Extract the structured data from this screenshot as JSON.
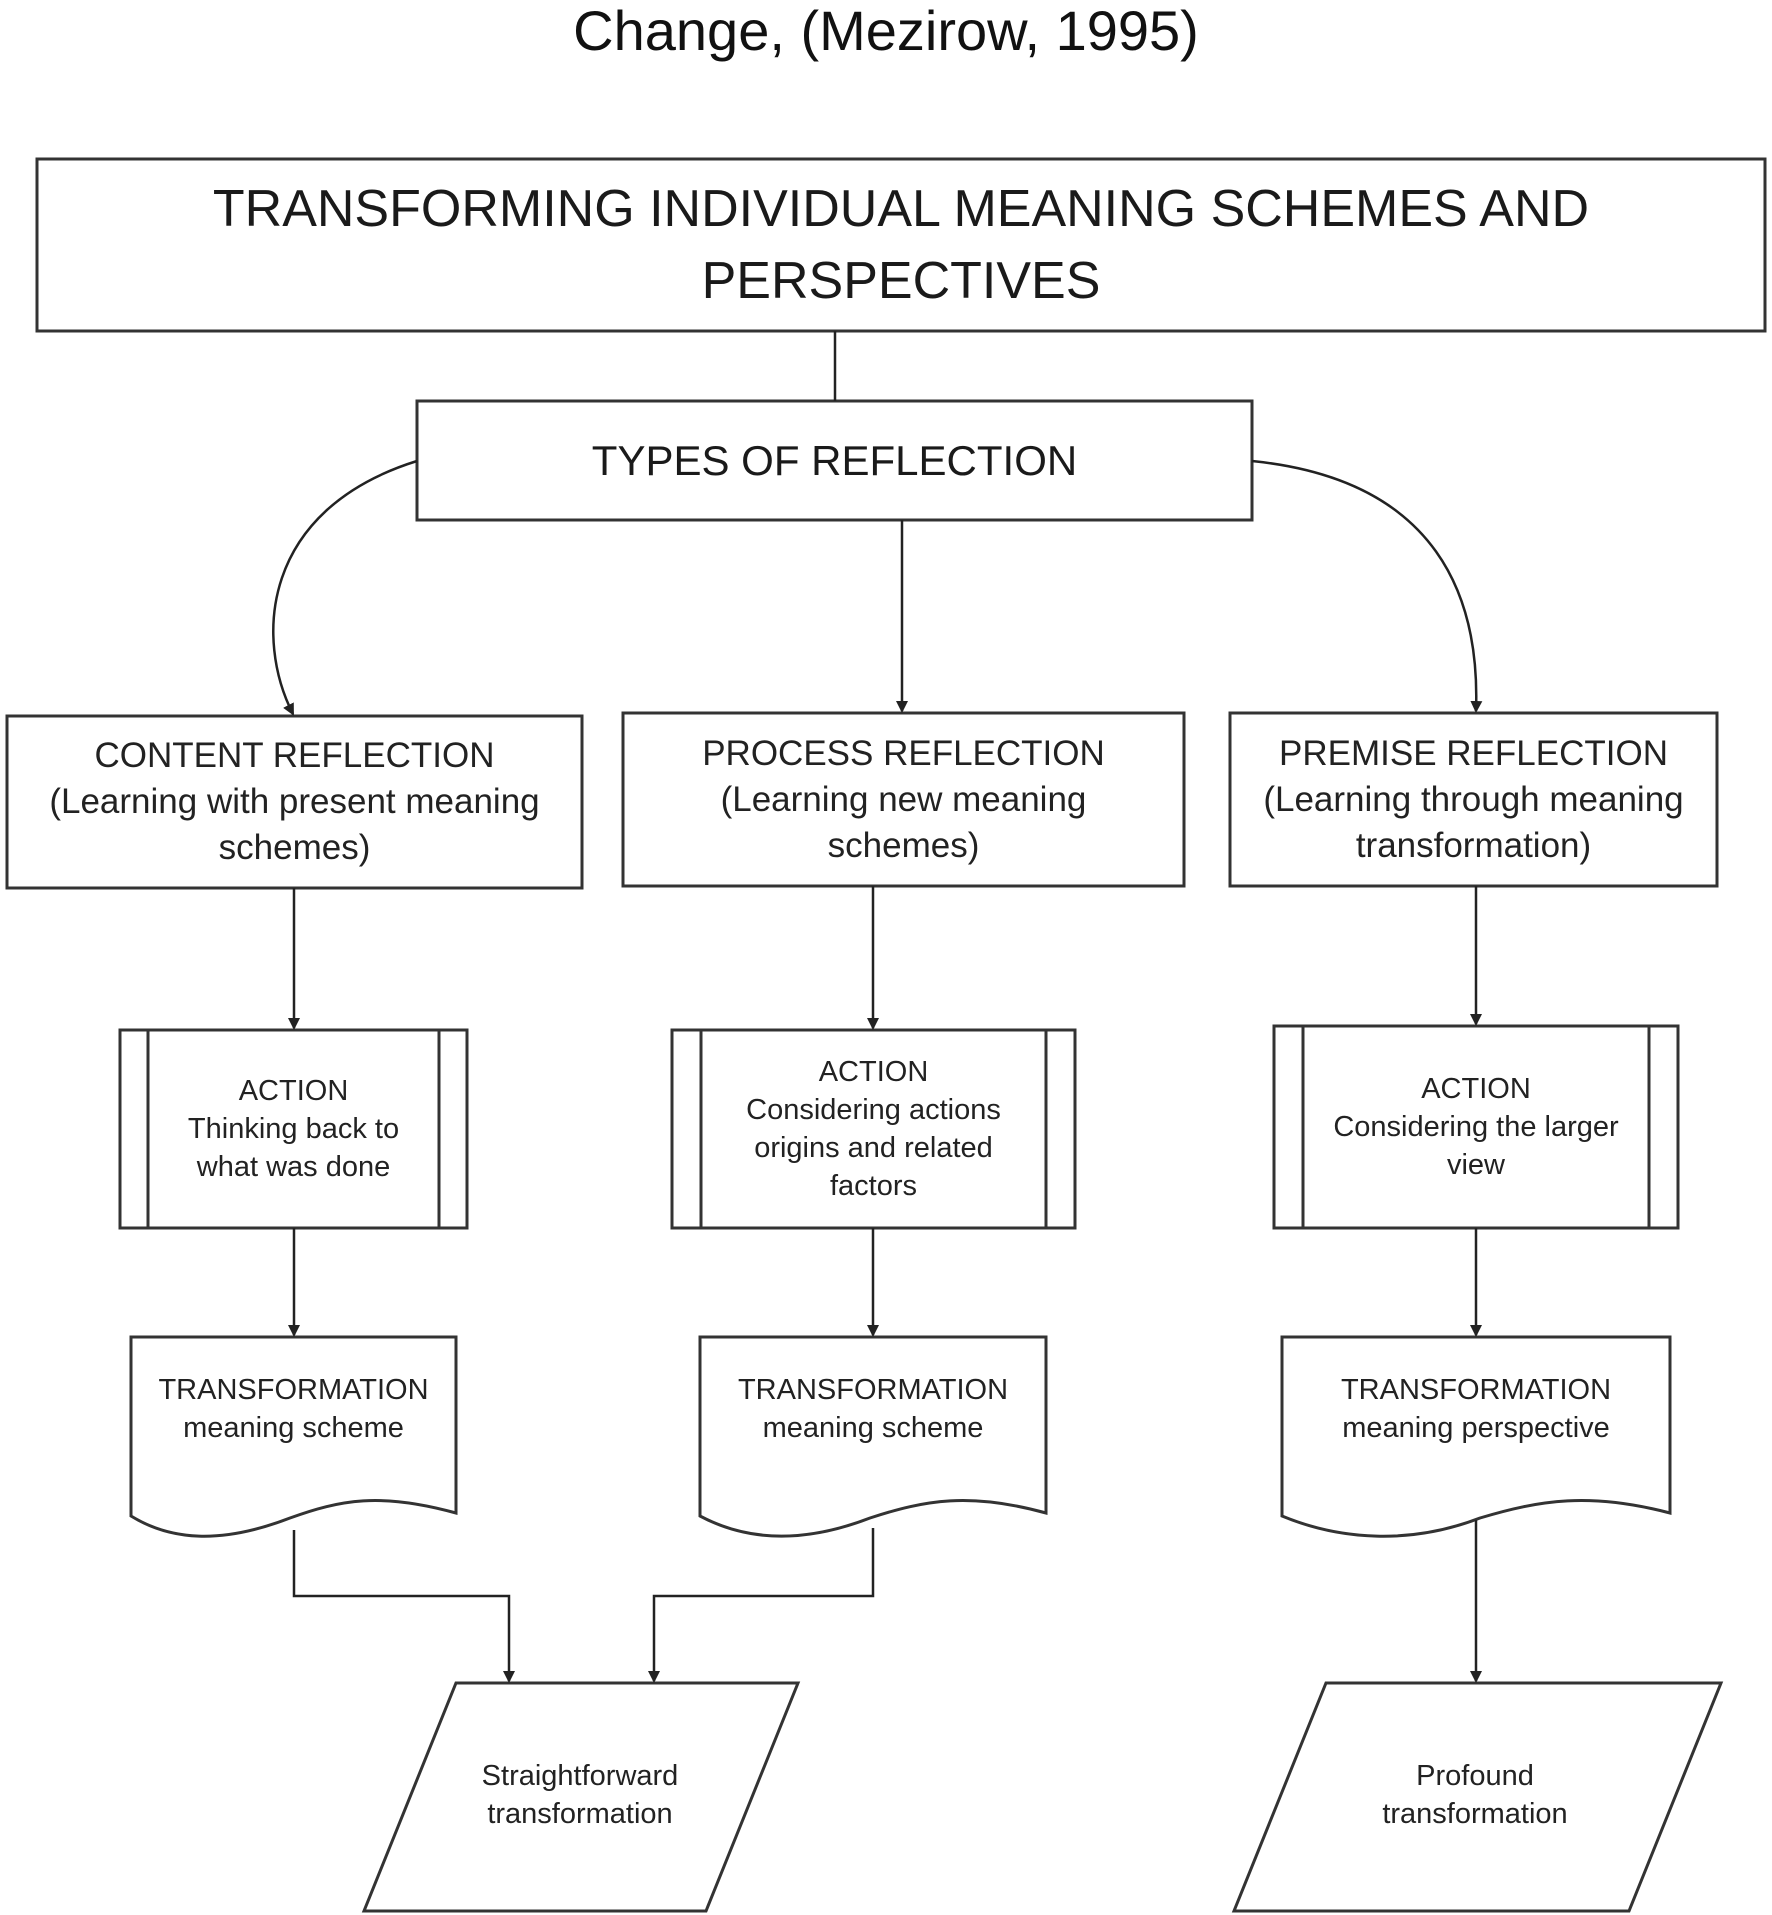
{
  "heading": "Change, (Mezirow, 1995)",
  "main_box": {
    "lines": [
      "TRANSFORMING INDIVIDUAL MEANING SCHEMES AND",
      "PERSPECTIVES"
    ]
  },
  "types_box": {
    "label": "TYPES OF REFLECTION"
  },
  "reflections": [
    {
      "title": "CONTENT REFLECTION",
      "line2": "(Learning with present meaning",
      "line3": "schemes)"
    },
    {
      "title": "PROCESS REFLECTION",
      "line2": "(Learning new meaning",
      "line3": "schemes)"
    },
    {
      "title": "PREMISE REFLECTION",
      "line2": "(Learning through meaning",
      "line3": "transformation)"
    }
  ],
  "actions": [
    {
      "title": "ACTION",
      "lines": [
        "Thinking back to",
        "what was done"
      ]
    },
    {
      "title": "ACTION",
      "lines": [
        "Considering actions",
        "origins and related",
        "factors"
      ]
    },
    {
      "title": "ACTION",
      "lines": [
        "Considering the larger",
        "view"
      ]
    }
  ],
  "transformations": [
    {
      "title": "TRANSFORMATION",
      "subtitle": "meaning scheme"
    },
    {
      "title": "TRANSFORMATION",
      "subtitle": "meaning scheme"
    },
    {
      "title": "TRANSFORMATION",
      "subtitle": "meaning perspective"
    }
  ],
  "outcomes": [
    {
      "lines": [
        "Straightforward",
        "transformation"
      ]
    },
    {
      "lines": [
        "Profound",
        "transformation"
      ]
    }
  ]
}
